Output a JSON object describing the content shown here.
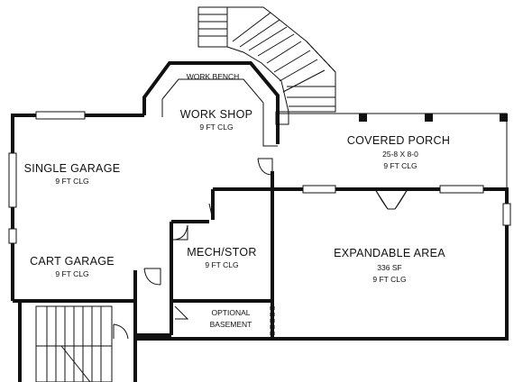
{
  "rooms": {
    "work_bench": {
      "name": "WORK BENCH"
    },
    "work_shop": {
      "name": "WORK SHOP",
      "clg": "9 FT CLG"
    },
    "single_garage": {
      "name": "SINGLE GARAGE",
      "clg": "9 FT CLG"
    },
    "cart_garage": {
      "name": "CART GARAGE",
      "clg": "9 FT CLG"
    },
    "covered_porch": {
      "name": "COVERED PORCH",
      "size": "25-8 X 8-0",
      "clg": "9 FT CLG"
    },
    "mech_stor": {
      "name": "MECH/STOR",
      "clg": "9 FT CLG"
    },
    "expandable_area": {
      "name": "EXPANDABLE AREA",
      "area": "336 SF",
      "clg": "9 FT CLG"
    },
    "optional_basement": {
      "line1": "OPTIONAL",
      "line2": "BASEMENT"
    }
  }
}
